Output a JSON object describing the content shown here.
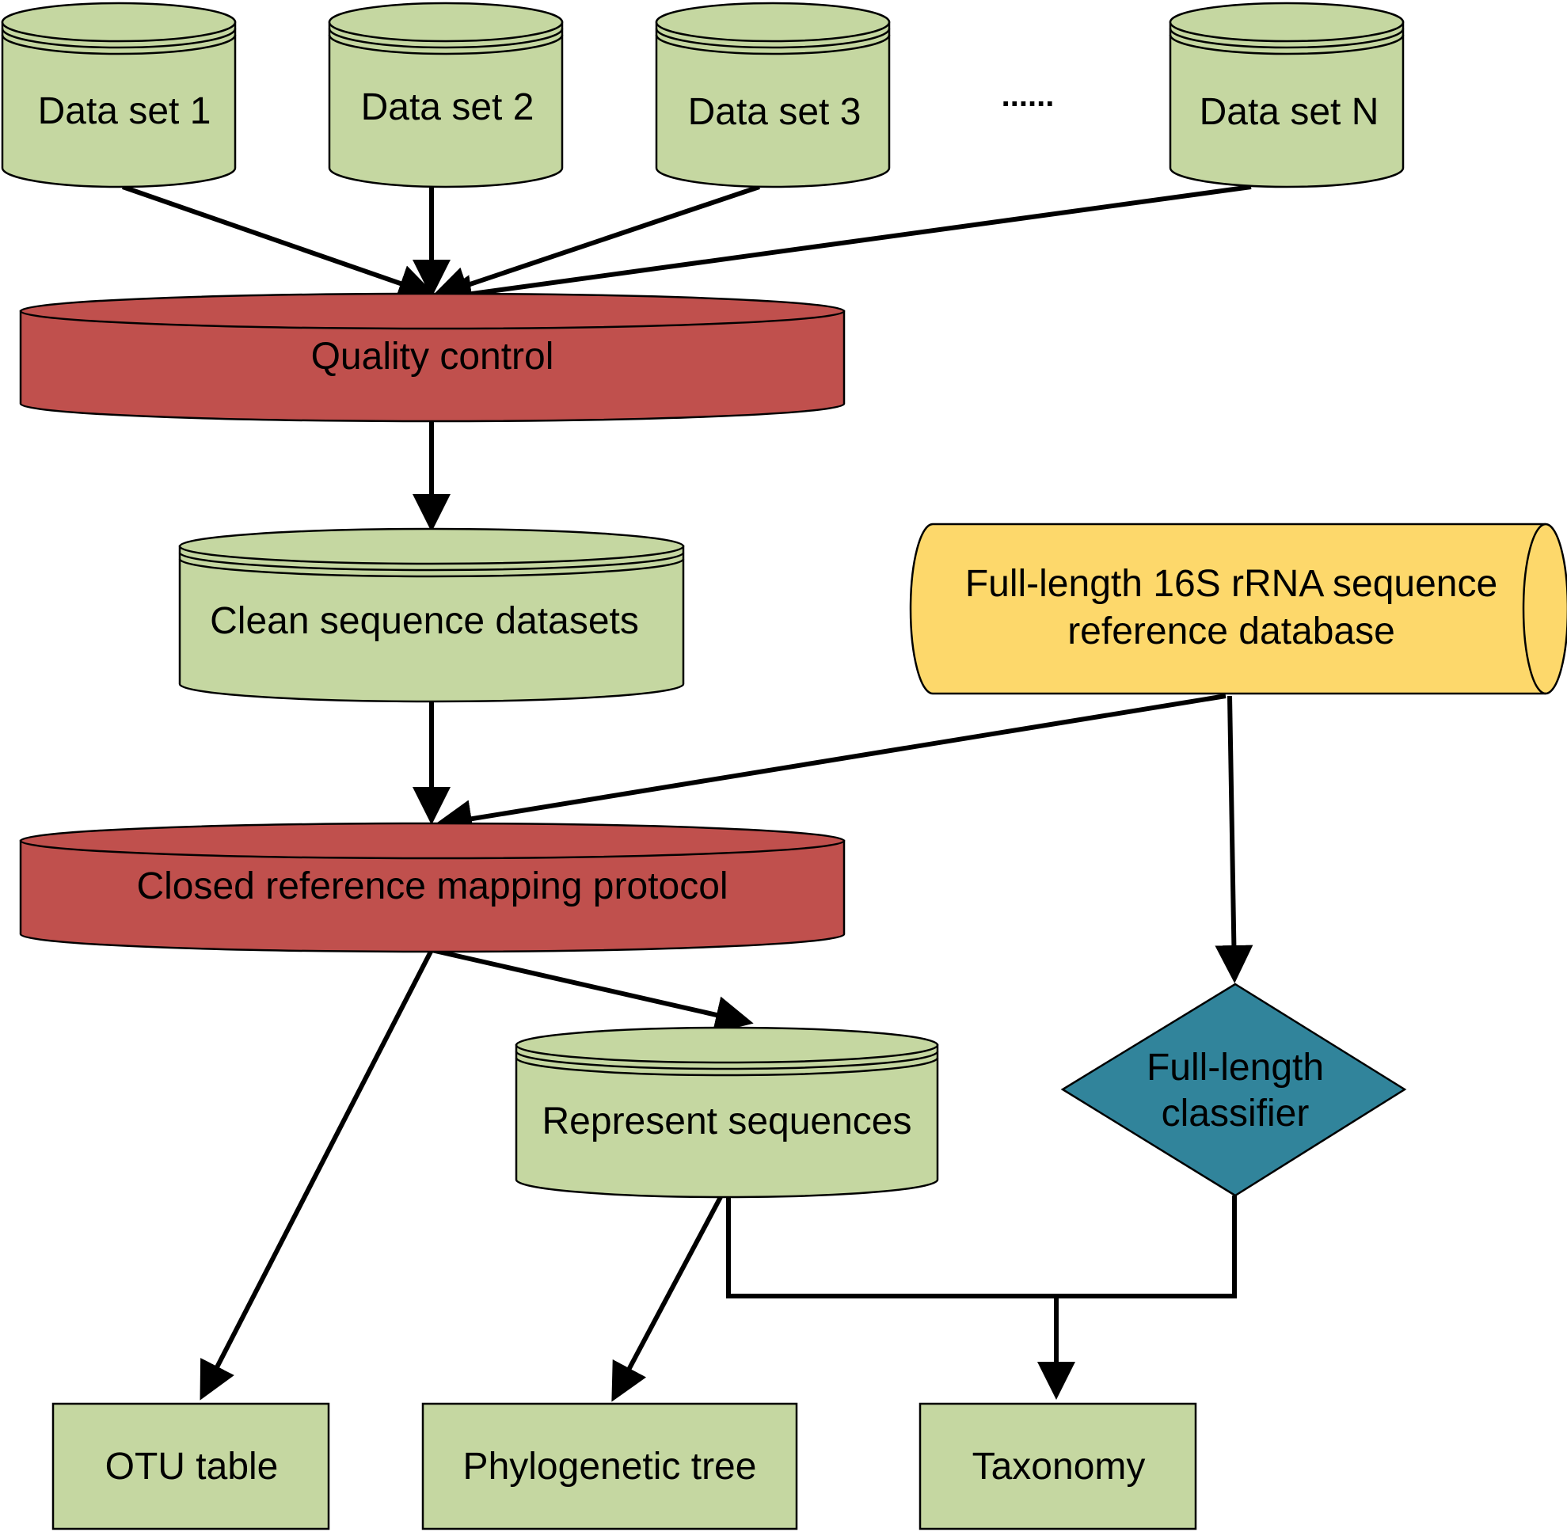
{
  "datasets": [
    {
      "label": "Data set 1"
    },
    {
      "label": "Data set 2"
    },
    {
      "label": "Data set 3"
    },
    {
      "label": "Data set N"
    }
  ],
  "ellipsis": "......",
  "quality_control": "Quality control",
  "clean_datasets": "Clean sequence datasets",
  "reference_db": {
    "line1": "Full-length 16S rRNA sequence",
    "line2": "reference database"
  },
  "closed_reference": "Closed reference mapping protocol",
  "represent_sequences": "Represent sequences",
  "classifier": {
    "line1": "Full-length",
    "line2": "classifier"
  },
  "outputs": {
    "otu_table": "OTU table",
    "phylogenetic_tree": "Phylogenetic tree",
    "taxonomy": "Taxonomy"
  },
  "colors": {
    "green": "#c5d7a1",
    "red": "#c0504d",
    "yellow": "#fdd86b",
    "teal": "#31849b",
    "stroke": "#000000"
  }
}
